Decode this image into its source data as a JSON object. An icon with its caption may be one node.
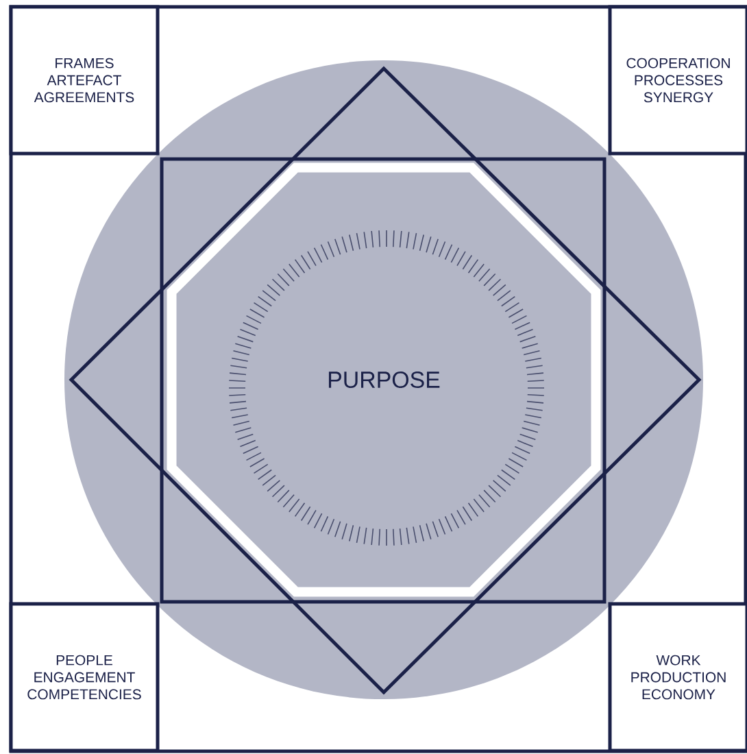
{
  "diagram": {
    "nodes": [
      {
        "text": [
          "FRAMES",
          "ARTEFACT",
          "AGREEMENTS"
        ]
      },
      {
        "text": [
          "COOPERATION",
          "PROCESSES",
          "SYNERGY"
        ]
      },
      {
        "text": [
          "PEOPLE",
          "ENGAGEMENT",
          "COMPETENCIES"
        ]
      },
      {
        "text": [
          "WORK",
          "PRODUCTION",
          "ECONOMY"
        ]
      },
      {
        "text": [
          "PURPOSE"
        ]
      }
    ]
  }
}
